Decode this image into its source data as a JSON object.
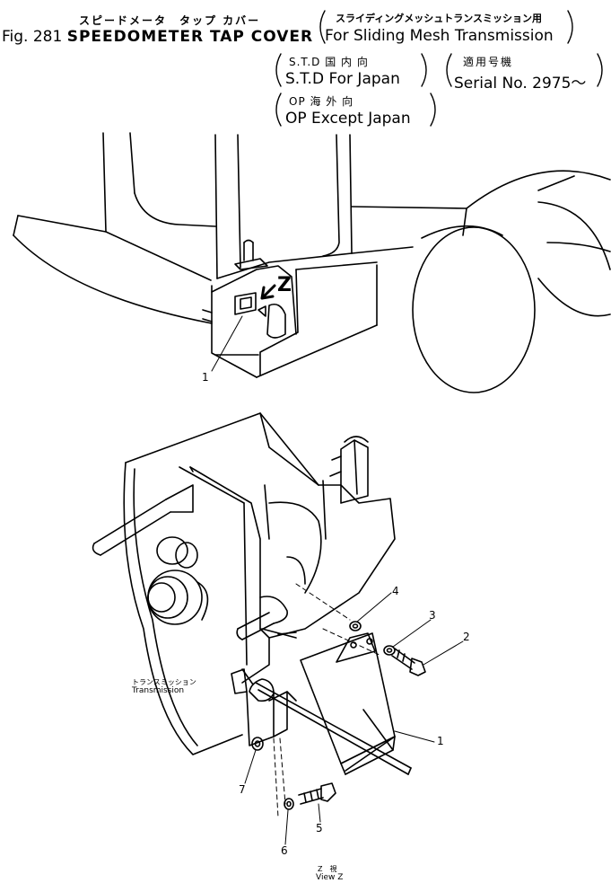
{
  "header": {
    "title_jp": "スピードメータ　タップ カバー",
    "fig_label": "Fig. 281",
    "title_en": "SPEEDOMETER TAP COVER",
    "sub1_jp": "スライディングメッシュトランスミッション用",
    "sub1_en": "For Sliding Mesh Transmission",
    "std_jp": "S.T.D 国 内 向",
    "std_en": "S.T.D For Japan",
    "serial_jp": "適用号機",
    "serial_en": "Serial No. 2975～",
    "op_jp": "OP 海 外 向",
    "op_en": "OP Except Japan"
  },
  "callouts": {
    "top_view_part": "1",
    "view_marker": "Z",
    "part_1": "1",
    "part_2": "2",
    "part_3": "3",
    "part_4": "4",
    "part_5": "5",
    "part_6": "6",
    "part_7": "7"
  },
  "labels": {
    "transmission_jp": "トランスミッション",
    "transmission_en": "Transmission",
    "view_jp": "Z　視",
    "view_en": "View Z"
  }
}
